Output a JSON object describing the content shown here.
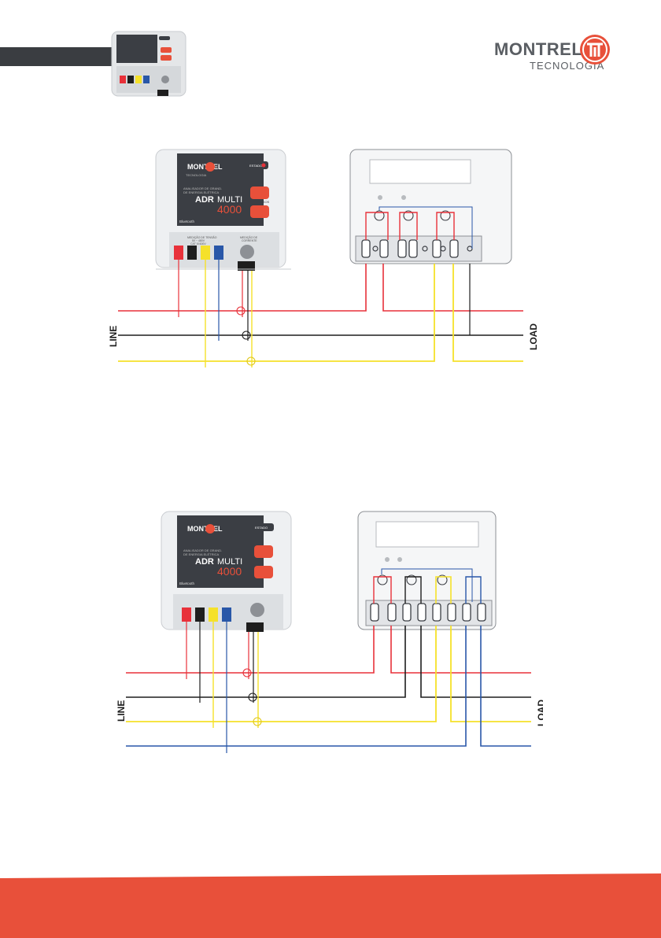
{
  "brand": {
    "name": "MONTREL",
    "subtitle": "TECNOLOGIA",
    "accent": "#e8503a",
    "dark": "#3a3d41"
  },
  "device": {
    "brand": "MONTREL",
    "brand_sub": "TECNOLOGIA",
    "title_bold": "ADR",
    "title_light": "MULTI",
    "model": "4000",
    "description_line1": "ANALISADOR DE GRAND.",
    "description_line2": "DE ENERGIA ELÉTRICA",
    "status_label": "ESTADO",
    "bluetooth_label": "Bluetooth",
    "pulse_label": "PULSOS",
    "voltage_label_line1": "MEDIÇÃO DE TENSÃO",
    "voltage_label_line2": "50 ~ 480V",
    "voltage_label_line3": "CAT III 600V",
    "current_label_line1": "MEDIÇÃO DE",
    "current_label_line2": "CORRENTE"
  },
  "diagrams": [
    {
      "line_label": "LINE",
      "load_label": "LOAD"
    },
    {
      "line_label": "LINE",
      "load_label": "LOAD"
    }
  ],
  "colors": {
    "red": "#e8313a",
    "black": "#1e1e1e",
    "yellow": "#f5e12a",
    "blue": "#2957a8",
    "meter_stroke": "#8d9095"
  }
}
